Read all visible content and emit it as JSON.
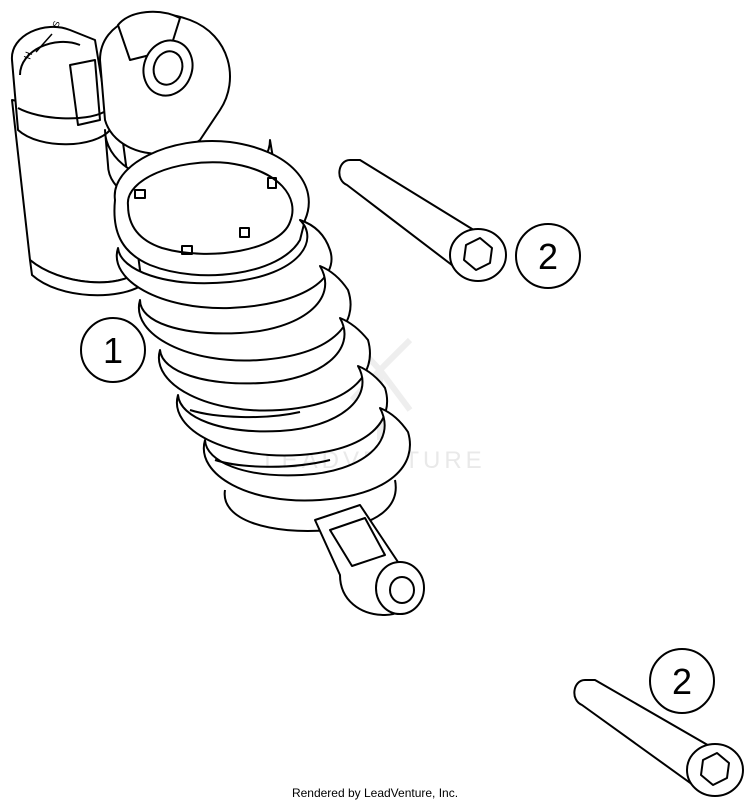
{
  "diagram": {
    "callouts": [
      {
        "id": "part-1",
        "label": "1"
      },
      {
        "id": "part-2-upper",
        "label": "2"
      },
      {
        "id": "part-2-lower",
        "label": "2"
      }
    ],
    "adjuster_marks": {
      "h": "H",
      "s": "S"
    },
    "watermark": "LEADVENTURE",
    "footer": "Rendered by LeadVenture, Inc."
  },
  "colors": {
    "line": "#000000",
    "background": "#ffffff",
    "watermark": "#e9e9e9"
  }
}
